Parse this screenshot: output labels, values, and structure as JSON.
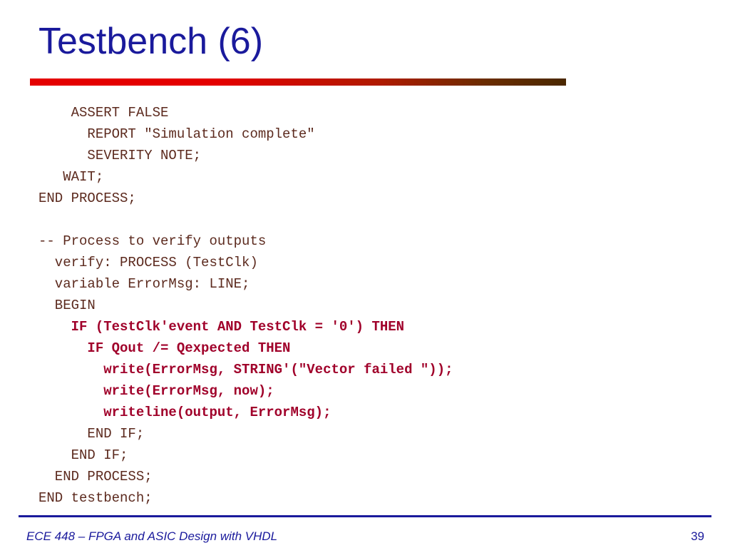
{
  "slide": {
    "title": "Testbench (6)",
    "code_lines": [
      {
        "text": "    ASSERT FALSE",
        "highlight": false
      },
      {
        "text": "      REPORT \"Simulation complete\"",
        "highlight": false
      },
      {
        "text": "      SEVERITY NOTE;",
        "highlight": false
      },
      {
        "text": "   WAIT;",
        "highlight": false
      },
      {
        "text": "END PROCESS;",
        "highlight": false
      },
      {
        "text": "",
        "highlight": false
      },
      {
        "text": "-- Process to verify outputs",
        "highlight": false
      },
      {
        "text": "  verify: PROCESS (TestClk)",
        "highlight": false
      },
      {
        "text": "  variable ErrorMsg: LINE;",
        "highlight": false
      },
      {
        "text": "  BEGIN",
        "highlight": false
      },
      {
        "text": "    IF (TestClk'event AND TestClk = '0') THEN",
        "highlight": true
      },
      {
        "text": "      IF Qout /= Qexpected THEN",
        "highlight": true
      },
      {
        "text": "        write(ErrorMsg, STRING'(\"Vector failed \"));",
        "highlight": true
      },
      {
        "text": "        write(ErrorMsg, now);",
        "highlight": true
      },
      {
        "text": "        writeline(output, ErrorMsg);",
        "highlight": true
      },
      {
        "text": "      END IF;",
        "highlight": false
      },
      {
        "text": "    END IF;",
        "highlight": false
      },
      {
        "text": "  END PROCESS;",
        "highlight": false
      },
      {
        "text": "END testbench;",
        "highlight": false
      }
    ]
  },
  "footer": {
    "course": "ECE 448 – FPGA and ASIC Design with VHDL",
    "page_number": "39"
  },
  "colors": {
    "title": "#1a1a9c",
    "code_normal": "#5c2a1e",
    "code_highlight": "#a0002a",
    "rule_start": "#e40000",
    "rule_end": "#4a2800"
  }
}
